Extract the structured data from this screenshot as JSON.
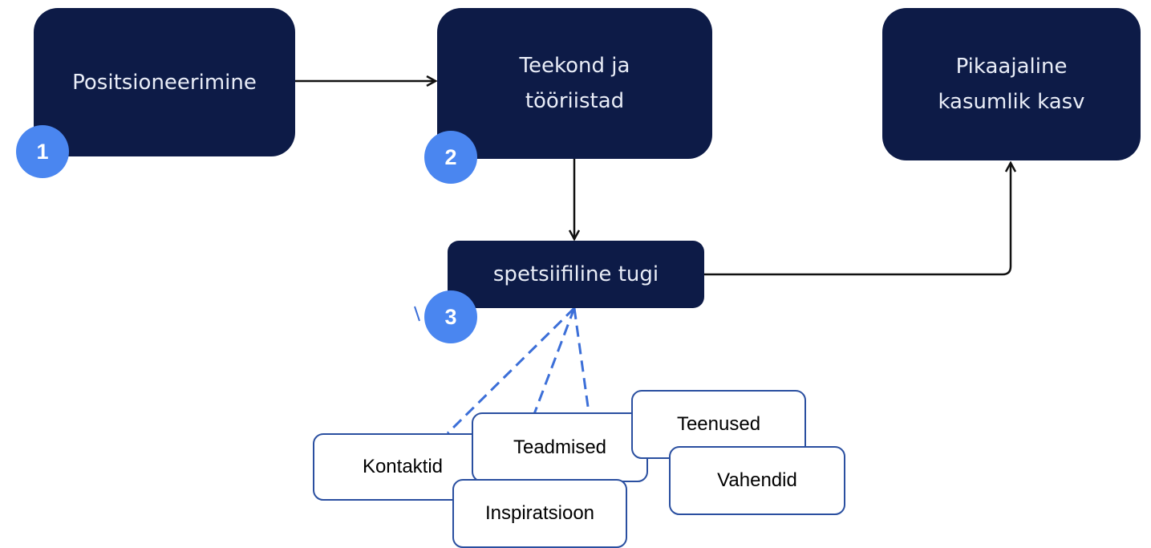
{
  "colors": {
    "node_fill": "#0d1b47",
    "node_text": "#e9edf7",
    "badge_fill": "#4a86f0",
    "arrow": "#111111",
    "dashed_line": "#3c6fd8",
    "sub_border": "#2a4fa0"
  },
  "nodes": {
    "positioning": "Positsioneerimine",
    "journey": "Teekond ja\ntööriistad",
    "growth": "Pikaajaline\nkasumlik kasv",
    "support": "spetsiifiline tugi"
  },
  "badges": {
    "b1": "1",
    "b2": "2",
    "b3": "3"
  },
  "support_items": {
    "contacts": "Kontaktid",
    "knowledge": "Teadmised",
    "services": "Teenused",
    "tools": "Vahendid",
    "inspiration": "Inspiratsioon"
  }
}
